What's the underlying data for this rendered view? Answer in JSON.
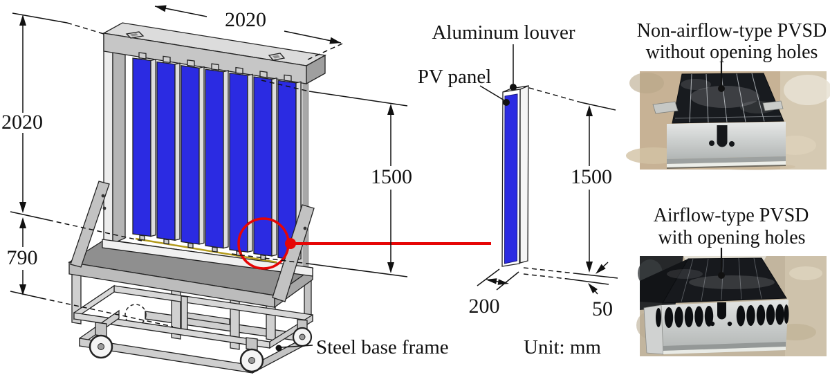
{
  "figure_type": "PVSD experimental setup diagram",
  "unit_note": "Unit: mm",
  "left_drawing": {
    "description": "Isometric CAD drawing of louver test rig on wheeled cart",
    "dim_top_width": "2020",
    "dim_left_height": "2020",
    "dim_base_height": "790",
    "steel_base_label": "Steel base frame",
    "louver_count": 7
  },
  "louver_detail": {
    "aluminum_label": "Aluminum louver",
    "pv_label": "PV panel",
    "dim_height_left": "1500",
    "dim_height_right": "1500",
    "dim_width": "200",
    "dim_thickness": "50"
  },
  "photos": [
    {
      "caption_line1": "Non-airflow-type PVSD",
      "caption_line2": "without opening holes"
    },
    {
      "caption_line1": "Airflow-type PVSD",
      "caption_line2": "with opening holes"
    }
  ],
  "colors": {
    "pv_blue": "#2b2be2",
    "highlight_red": "#e60505",
    "frame_gray": "#c6c6c6",
    "table_gray": "#8f8f8f",
    "panel_black": "#17191d",
    "plywood_tan": "#c7b295"
  }
}
